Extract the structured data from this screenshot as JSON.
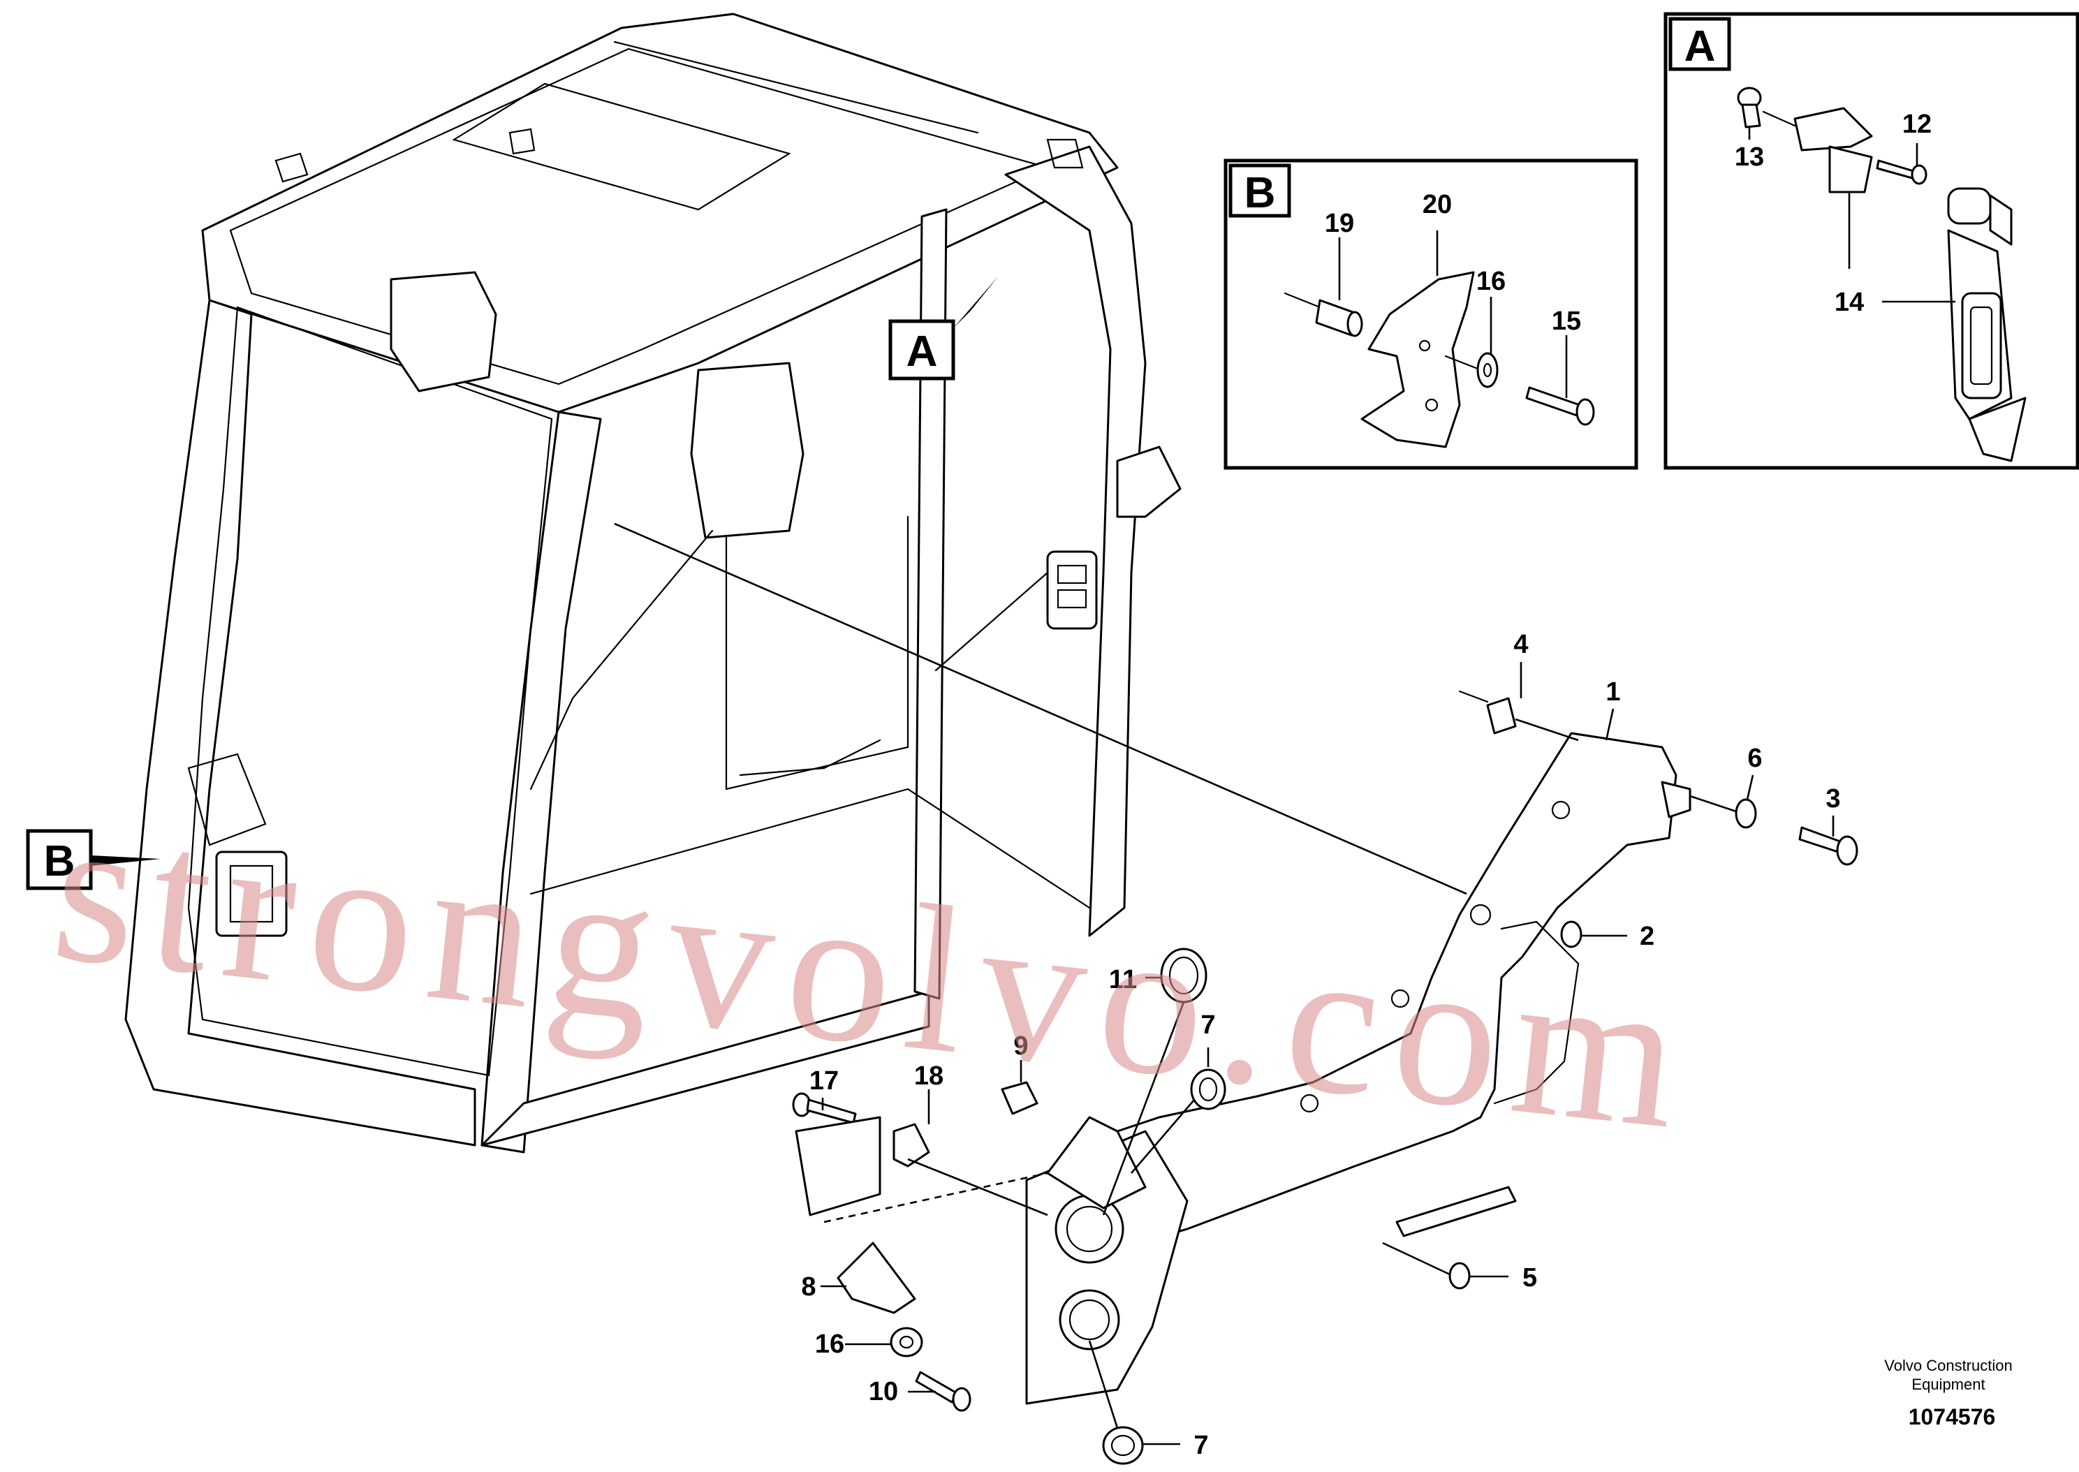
{
  "watermark": "strongvolvo.com",
  "footer": {
    "brand_line1": "Volvo Construction",
    "brand_line2": "Equipment",
    "drawing_number": "1074576"
  },
  "detail_views": {
    "a": {
      "label": "A",
      "parts": [
        "12",
        "13",
        "14"
      ]
    },
    "b": {
      "label": "B",
      "parts": [
        "15",
        "16",
        "19",
        "20"
      ]
    }
  },
  "callouts": {
    "n1": "1",
    "n2": "2",
    "n3": "3",
    "n4": "4",
    "n5": "5",
    "n6": "6",
    "n7a": "7",
    "n7b": "7",
    "n8": "8",
    "n9": "9",
    "n10": "10",
    "n11": "11",
    "n12": "12",
    "n13": "13",
    "n14": "14",
    "n15": "15",
    "n16a": "16",
    "n16b": "16",
    "n17": "17",
    "n18": "18",
    "n19": "19",
    "n20": "20"
  },
  "colors": {
    "line": "#000000",
    "watermark": "#d98a8a",
    "background": "#ffffff"
  }
}
